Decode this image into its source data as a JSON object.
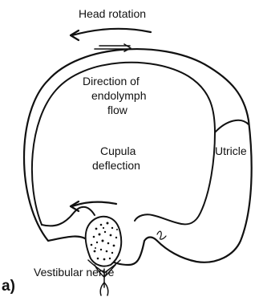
{
  "diagram": {
    "labels": {
      "head_rotation": "Head rotation",
      "endolymph_line1": "Direction of",
      "endolymph_line2": "endolymph",
      "endolymph_line3": "flow",
      "cupula_line1": "Cupula",
      "cupula_line2": "deflection",
      "utricle": "Utricle",
      "vestibular_nerve": "Vestibular nerve",
      "panel_label": "a)"
    },
    "icons": {
      "head_rotation_arrow": "arrow-left-curved-icon",
      "endolymph_arrow": "arrow-right-small-icon",
      "cupula_arrow": "arrow-left-curved-icon"
    },
    "colors": {
      "ink": "#111111",
      "background": "#ffffff"
    }
  }
}
